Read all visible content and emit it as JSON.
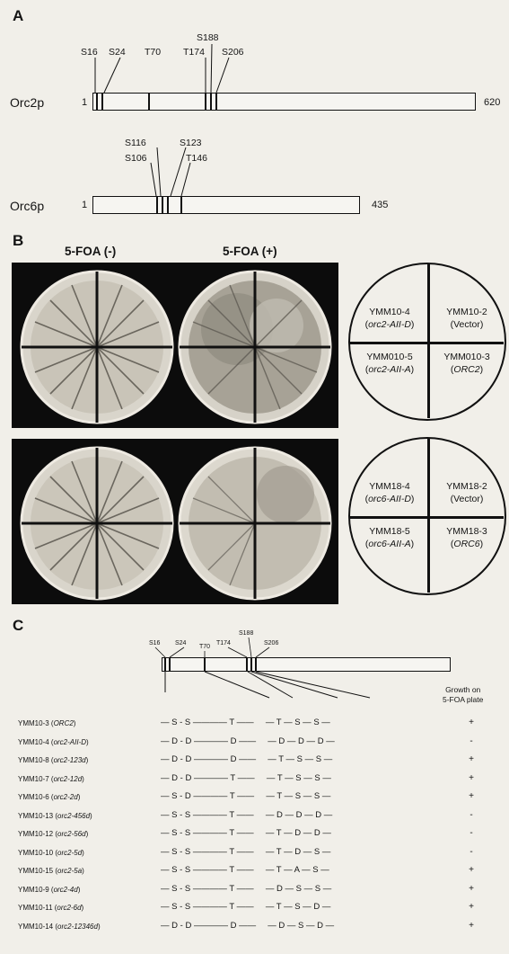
{
  "panel_a": {
    "letter": "A",
    "orc2p": {
      "name": "Orc2p",
      "start": "1",
      "end": "620",
      "sites": [
        "S16",
        "S24",
        "T70",
        "T174",
        "S188",
        "S206"
      ]
    },
    "orc6p": {
      "name": "Orc6p",
      "start": "1",
      "end": "435",
      "sites": [
        "S116",
        "S123",
        "S106",
        "T146"
      ]
    }
  },
  "panel_b": {
    "letter": "B",
    "col_minus": "5-FOA (-)",
    "col_plus": "5-FOA (+)",
    "top_diagram": {
      "q1_name": "YMM10-4",
      "q1_geno": "orc2-AII-D",
      "q2_name": "YMM10-2",
      "q2_geno": "Vector",
      "q3_name": "YMM010-5",
      "q3_geno": "orc2-AII-A",
      "q4_name": "YMM010-3",
      "q4_geno": "ORC2"
    },
    "bottom_diagram": {
      "q1_name": "YMM18-4",
      "q1_geno": "orc6-AII-D",
      "q2_name": "YMM18-2",
      "q2_geno": "Vector",
      "q3_name": "YMM18-5",
      "q3_geno": "orc6-AII-A",
      "q4_name": "YMM18-3",
      "q4_geno": "ORC6"
    }
  },
  "panel_c": {
    "letter": "C",
    "sites": [
      "S16",
      "S24",
      "T70",
      "T174",
      "S188",
      "S206"
    ],
    "growth_header_1": "Growth on",
    "growth_header_2": "5-FOA plate",
    "rows": [
      {
        "strain": "YMM10-3",
        "geno": "ORC2",
        "s16": "S",
        "s24": "S",
        "t70": "T",
        "t174": "T",
        "s188": "S",
        "s206": "S",
        "growth": "+"
      },
      {
        "strain": "YMM10-4",
        "geno": "orc2-AII-D",
        "s16": "D",
        "s24": "D",
        "t70": "D",
        "t174": "D",
        "s188": "D",
        "s206": "D",
        "growth": "-"
      },
      {
        "strain": "YMM10-8",
        "geno": "orc2-123d",
        "s16": "D",
        "s24": "D",
        "t70": "D",
        "t174": "T",
        "s188": "S",
        "s206": "S",
        "growth": "+"
      },
      {
        "strain": "YMM10-7",
        "geno": "orc2-12d",
        "s16": "D",
        "s24": "D",
        "t70": "T",
        "t174": "T",
        "s188": "S",
        "s206": "S",
        "growth": "+"
      },
      {
        "strain": "YMM10-6",
        "geno": "orc2-2d",
        "s16": "S",
        "s24": "D",
        "t70": "T",
        "t174": "T",
        "s188": "S",
        "s206": "S",
        "growth": "+"
      },
      {
        "strain": "YMM10-13",
        "geno": "orc2-456d",
        "s16": "S",
        "s24": "S",
        "t70": "T",
        "t174": "D",
        "s188": "D",
        "s206": "D",
        "growth": "-"
      },
      {
        "strain": "YMM10-12",
        "geno": "orc2-56d",
        "s16": "S",
        "s24": "S",
        "t70": "T",
        "t174": "T",
        "s188": "D",
        "s206": "D",
        "growth": "-"
      },
      {
        "strain": "YMM10-10",
        "geno": "orc2-5d",
        "s16": "S",
        "s24": "S",
        "t70": "T",
        "t174": "T",
        "s188": "D",
        "s206": "S",
        "growth": "-"
      },
      {
        "strain": "YMM10-15",
        "geno": "orc2-5a",
        "s16": "S",
        "s24": "S",
        "t70": "T",
        "t174": "T",
        "s188": "A",
        "s206": "S",
        "growth": "+"
      },
      {
        "strain": "YMM10-9",
        "geno": "orc2-4d",
        "s16": "S",
        "s24": "S",
        "t70": "T",
        "t174": "D",
        "s188": "S",
        "s206": "S",
        "growth": "+"
      },
      {
        "strain": "YMM10-11",
        "geno": "orc2-6d",
        "s16": "S",
        "s24": "S",
        "t70": "T",
        "t174": "T",
        "s188": "S",
        "s206": "D",
        "growth": "+"
      },
      {
        "strain": "YMM10-14",
        "geno": "orc2-12346d",
        "s16": "D",
        "s24": "D",
        "t70": "D",
        "t174": "D",
        "s188": "S",
        "s206": "D",
        "growth": "+"
      }
    ]
  }
}
